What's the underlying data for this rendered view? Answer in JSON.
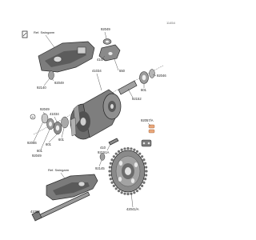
{
  "diagram": {
    "code": "11454",
    "refs": [
      "Ref. Swingarm",
      "Ref. Swingarm"
    ],
    "labels": [
      "92049",
      "410A",
      "550",
      "92046",
      "41034",
      "41034",
      "92140",
      "92152",
      "92049",
      "92049",
      "601",
      "601",
      "92066",
      "601",
      "92049",
      "601",
      "92057/A",
      "410",
      "92151A",
      "92145",
      "41068",
      "42041/A"
    ]
  },
  "colors": {
    "parts": "#7a7a7a",
    "lines": "#444444",
    "chain": "#e9a77b"
  }
}
